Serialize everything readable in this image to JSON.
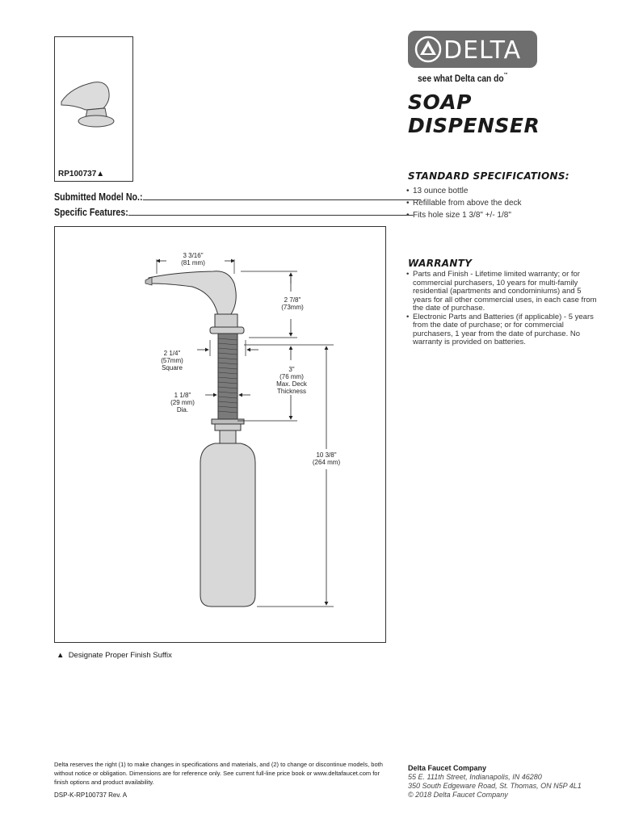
{
  "thumbnail": {
    "model_label": "RP100737▲"
  },
  "form": {
    "submitted_label": "Submitted Model No.:",
    "features_label": "Specific Features:"
  },
  "brand": {
    "logo_text": "DELTA",
    "tagline": "see what Delta can do",
    "tagline_mark": "™"
  },
  "product": {
    "title_line1": "SOAP",
    "title_line2": "DISPENSER"
  },
  "standard_specifications": {
    "heading": "STANDARD SPECIFICATIONS:",
    "items": [
      "13 ounce bottle",
      "Refillable from above the deck",
      "Fits hole size 1 3/8\" +/- 1/8\""
    ]
  },
  "warranty": {
    "heading": "WARRANTY",
    "items": [
      "Parts and Finish - Lifetime limited warranty; or for commercial purchasers, 10 years for multi-family residential (apartments and condominiums) and 5 years for all other commercial uses, in each case from the date of purchase.",
      "Electronic Parts and Batteries (if applicable) - 5 years from the date of purchase; or for commercial purchasers, 1 year from the date of purchase. No warranty is provided on batteries."
    ]
  },
  "diagram": {
    "dims": {
      "width_top": [
        "3 3/16\"",
        "(81 mm)"
      ],
      "spout_height": [
        "2 7/8\"",
        "(73mm)"
      ],
      "shank_square": [
        "2 1/4\"",
        "(57mm)",
        "Square"
      ],
      "deck": [
        "3\"",
        "(76 mm)",
        "Max. Deck",
        "Thickness"
      ],
      "diameter": [
        "1 1/8\"",
        "(29 mm)",
        "Dia."
      ],
      "overall": [
        "10 3/8\"",
        "(264 mm)"
      ]
    }
  },
  "finish_note": "Designate Proper Finish Suffix",
  "finish_symbol": "▲",
  "disclaimer": "Delta reserves the right (1) to make changes in specifications and materials, and (2) to change or discontinue models, both without notice or obligation. Dimensions are for reference only. See current full-line price book or www.deltafaucet.com for finish options and product availability.",
  "doc_id": "DSP-K-RP100737  Rev. A",
  "company": {
    "name": "Delta Faucet Company",
    "address1": "55 E. 111th Street, Indianapolis, IN  46280",
    "address2": "350 South Edgeware Road, St. Thomas, ON  N5P 4L1",
    "copyright": "© 2018 Delta Faucet Company"
  }
}
